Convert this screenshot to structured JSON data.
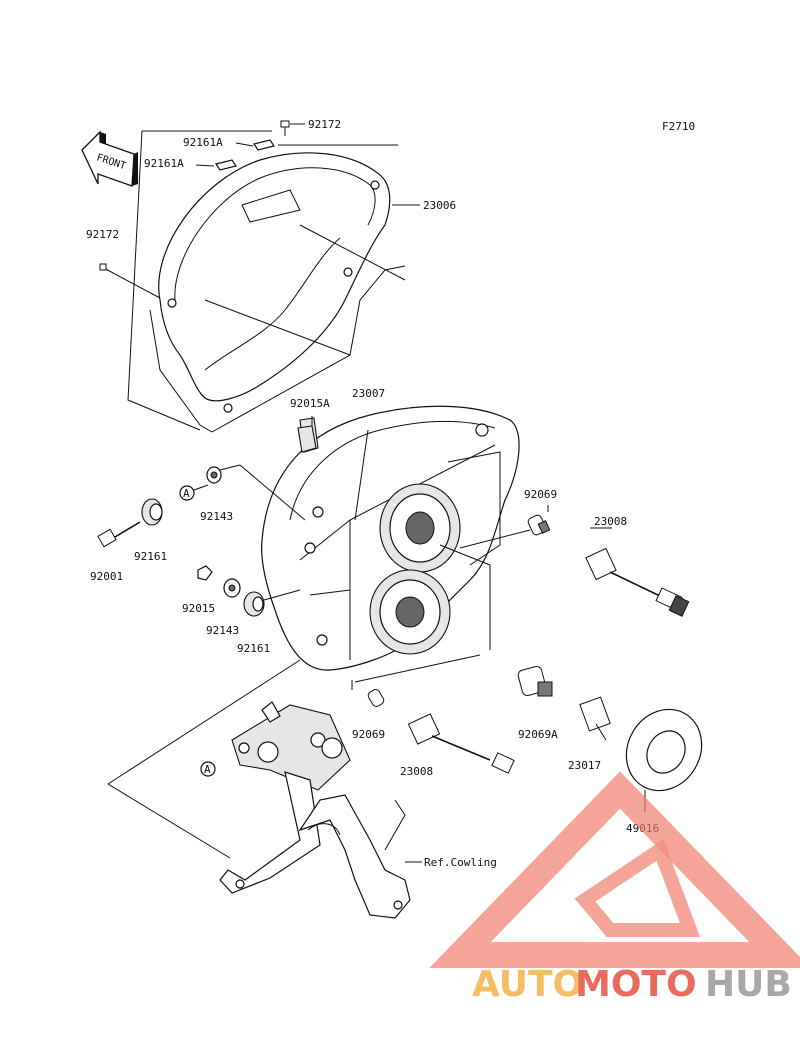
{
  "figure": {
    "code": "F2710",
    "front_label": "FRONT"
  },
  "parts": {
    "p92172_top": "92172",
    "p92161A_a": "92161A",
    "p92161A_b": "92161A",
    "p23006": "23006",
    "p92172_left": "92172",
    "p92015A": "92015A",
    "p23007": "23007",
    "p92069_right": "92069",
    "p23008_right": "23008",
    "p92143_a": "92143",
    "p92161_a": "92161",
    "p92001": "92001",
    "p92015": "92015",
    "p92143_b": "92143",
    "p92161_b": "92161",
    "p92069_bottom": "92069",
    "p23008_bottom": "23008",
    "p92069A": "92069A",
    "p23017": "23017",
    "p49016": "49016",
    "ref_cowling": "Ref.Cowling",
    "callout_a1": "A",
    "callout_a2": "A"
  },
  "watermark": {
    "text_orange": "AUTO",
    "text_red": "MOTO",
    "text_gray": "HUB",
    "color_orange": "#f5b24a",
    "color_red": "#e8523f",
    "color_gray": "#9a9a9a"
  }
}
